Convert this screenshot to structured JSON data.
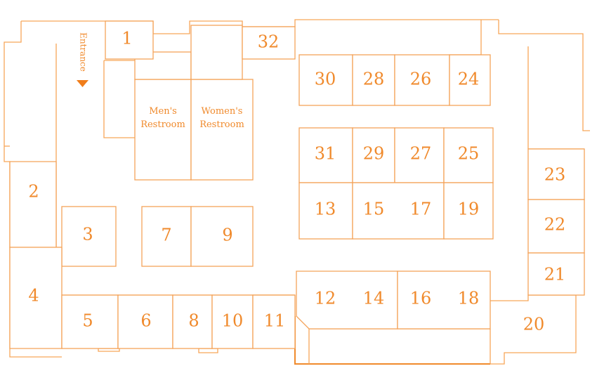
{
  "accent_color": "#f08a2c",
  "line_color": "#f4a35a",
  "entrance": {
    "label": "Entrance",
    "icon": "arrow-down-icon"
  },
  "restrooms": {
    "men": [
      "Men's",
      "Restroom"
    ],
    "women": [
      "Women's",
      "Restroom"
    ]
  },
  "booths": {
    "b1": "1",
    "b2": "2",
    "b3": "3",
    "b4": "4",
    "b5": "5",
    "b6": "6",
    "b7": "7",
    "b8": "8",
    "b9": "9",
    "b10": "10",
    "b11": "11",
    "b12": "12",
    "b13": "13",
    "b14": "14",
    "b15": "15",
    "b16": "16",
    "b17": "17",
    "b18": "18",
    "b19": "19",
    "b20": "20",
    "b21": "21",
    "b22": "22",
    "b23": "23",
    "b24": "24",
    "b25": "25",
    "b26": "26",
    "b27": "27",
    "b28": "28",
    "b29": "29",
    "b30": "30",
    "b31": "31",
    "b32": "32"
  }
}
